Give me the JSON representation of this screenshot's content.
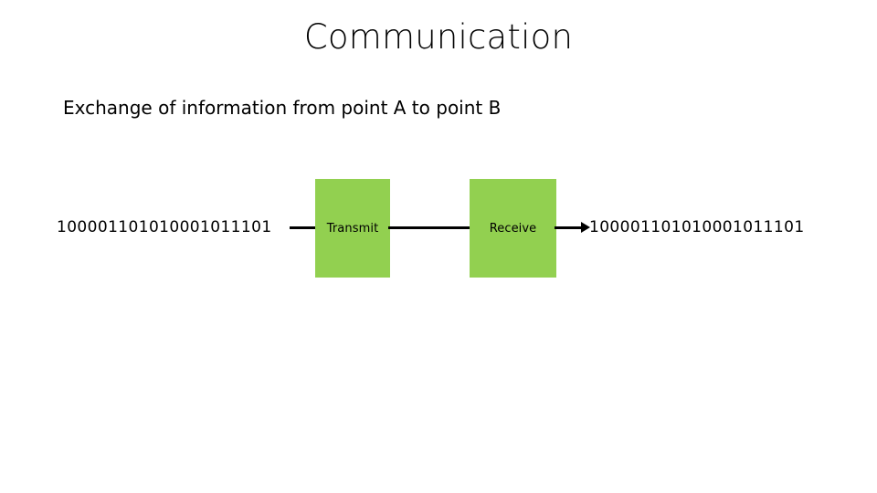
{
  "slide": {
    "title": "Communication",
    "subtitle": "Exchange of information from point A to point B"
  },
  "diagram": {
    "input_bits": "100001101010001011101",
    "output_bits": "100001101010001011101",
    "transmit_label": "Transmit",
    "receive_label": "Receive",
    "box_color": "#92D050",
    "line_color": "#000000",
    "text_color": "#000000",
    "background_color": "#FFFFFF",
    "icons": {
      "arrow_right": "arrow-right-icon"
    }
  }
}
